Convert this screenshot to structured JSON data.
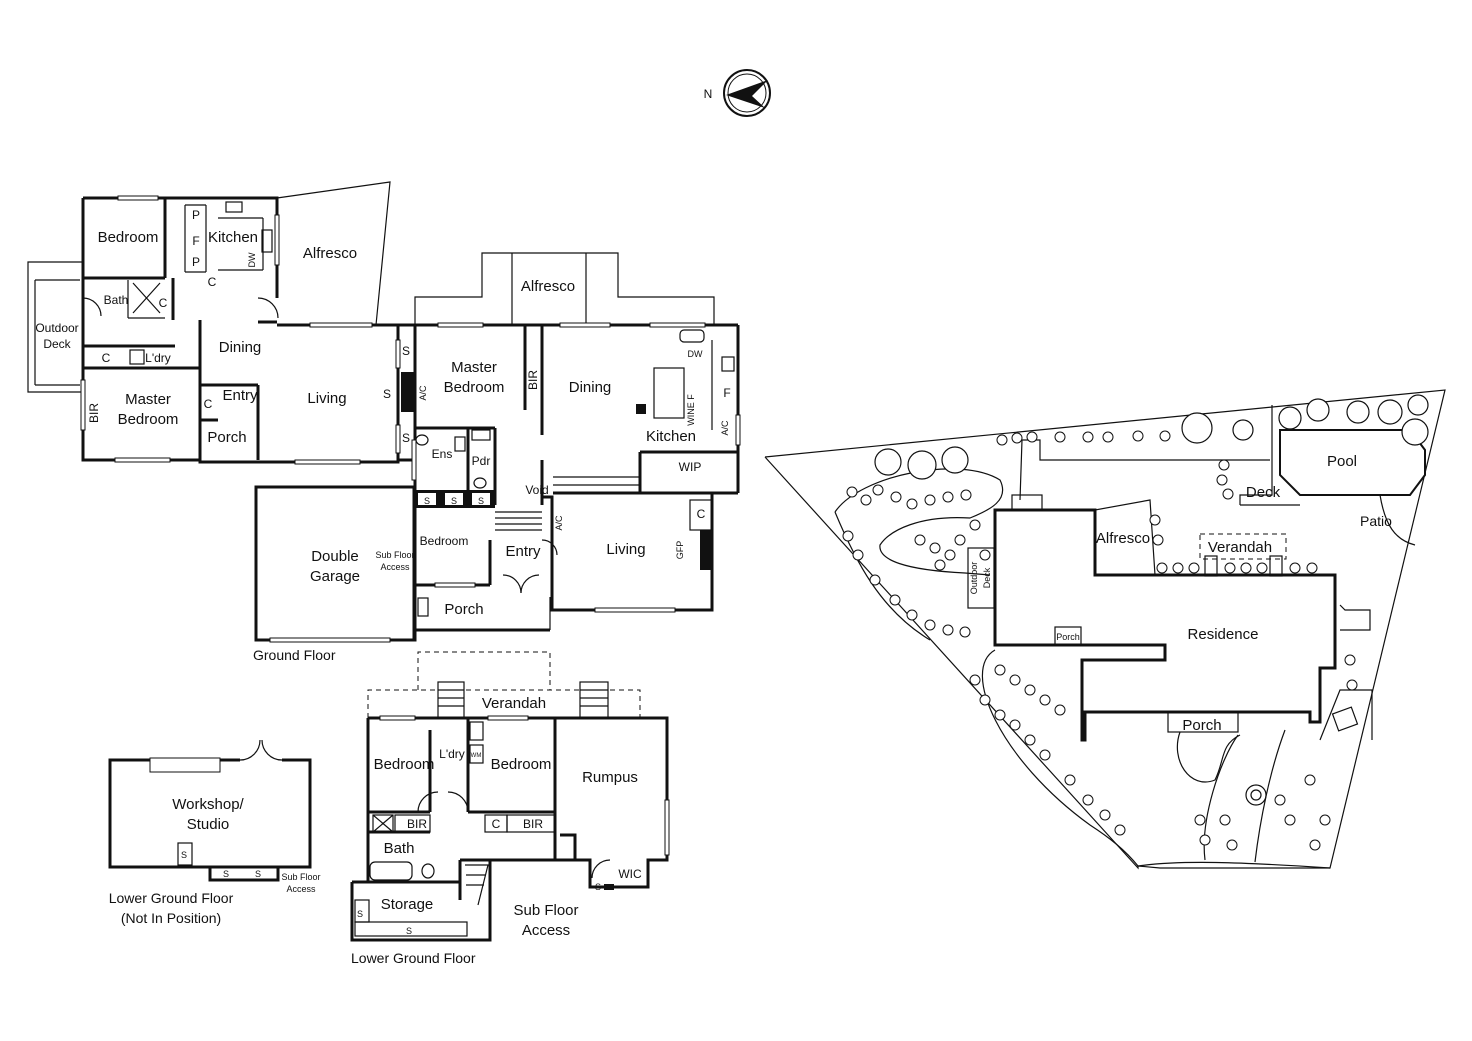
{
  "compass": {
    "north_label": "N"
  },
  "ground_floor": {
    "caption": "Ground Floor",
    "rooms": {
      "bedroom_west": "Bedroom",
      "kitchen_west": "Kitchen",
      "alfresco_west": "Alfresco",
      "bath": "Bath",
      "outdoor_deck_1": "Outdoor",
      "outdoor_deck_2": "Deck",
      "dining_west": "Dining",
      "laundry": "L'dry",
      "master_bedroom_west_1": "Master",
      "master_bedroom_west_2": "Bedroom",
      "entry_west": "Entry",
      "living_west": "Living",
      "porch_west": "Porch",
      "alfresco_east": "Alfresco",
      "master_bedroom_east_1": "Master",
      "master_bedroom_east_2": "Bedroom",
      "dining_east": "Dining",
      "kitchen_east": "Kitchen",
      "wip": "WIP",
      "ens": "Ens",
      "pdr": "Pdr",
      "void": "Void",
      "double_garage_1": "Double",
      "double_garage_2": "Garage",
      "sub_floor_access_1": "Sub Floor",
      "sub_floor_access_2": "Access",
      "bedroom_mid": "Bedroom",
      "entry_east": "Entry",
      "living_east": "Living",
      "porch_east": "Porch"
    },
    "fixtures": {
      "p": "P",
      "f": "F",
      "c": "C",
      "dw": "DW",
      "bir": "BIR",
      "s": "S",
      "ac": "A/C",
      "wine_f": "WINE F",
      "gfp": "GFP"
    }
  },
  "lower_ground_floor": {
    "caption": "Lower Ground Floor",
    "rooms": {
      "verandah": "Verandah",
      "bedroom_1": "Bedroom",
      "laundry": "L'dry",
      "bedroom_2": "Bedroom",
      "rumpus": "Rumpus",
      "bir_1": "BIR",
      "bir_2": "BIR",
      "c": "C",
      "bath": "Bath",
      "wic": "WIC",
      "storage": "Storage",
      "sub_floor_access_1": "Sub Floor",
      "sub_floor_access_2": "Access",
      "wm": "WM",
      "s": "S"
    }
  },
  "workshop": {
    "title_1": "Workshop/",
    "title_2": "Studio",
    "caption_1": "Lower Ground Floor",
    "caption_2": "(Not In Position)",
    "sub_floor_1": "Sub Floor",
    "sub_floor_2": "Access",
    "s": "S"
  },
  "site_plan": {
    "pool": "Pool",
    "deck": "Deck",
    "patio": "Patio",
    "alfresco": "Alfresco",
    "verandah": "Verandah",
    "outdoor_deck_1": "Outdoor",
    "outdoor_deck_2": "Deck",
    "residence": "Residence",
    "porch_west": "Porch",
    "porch_east": "Porch"
  }
}
